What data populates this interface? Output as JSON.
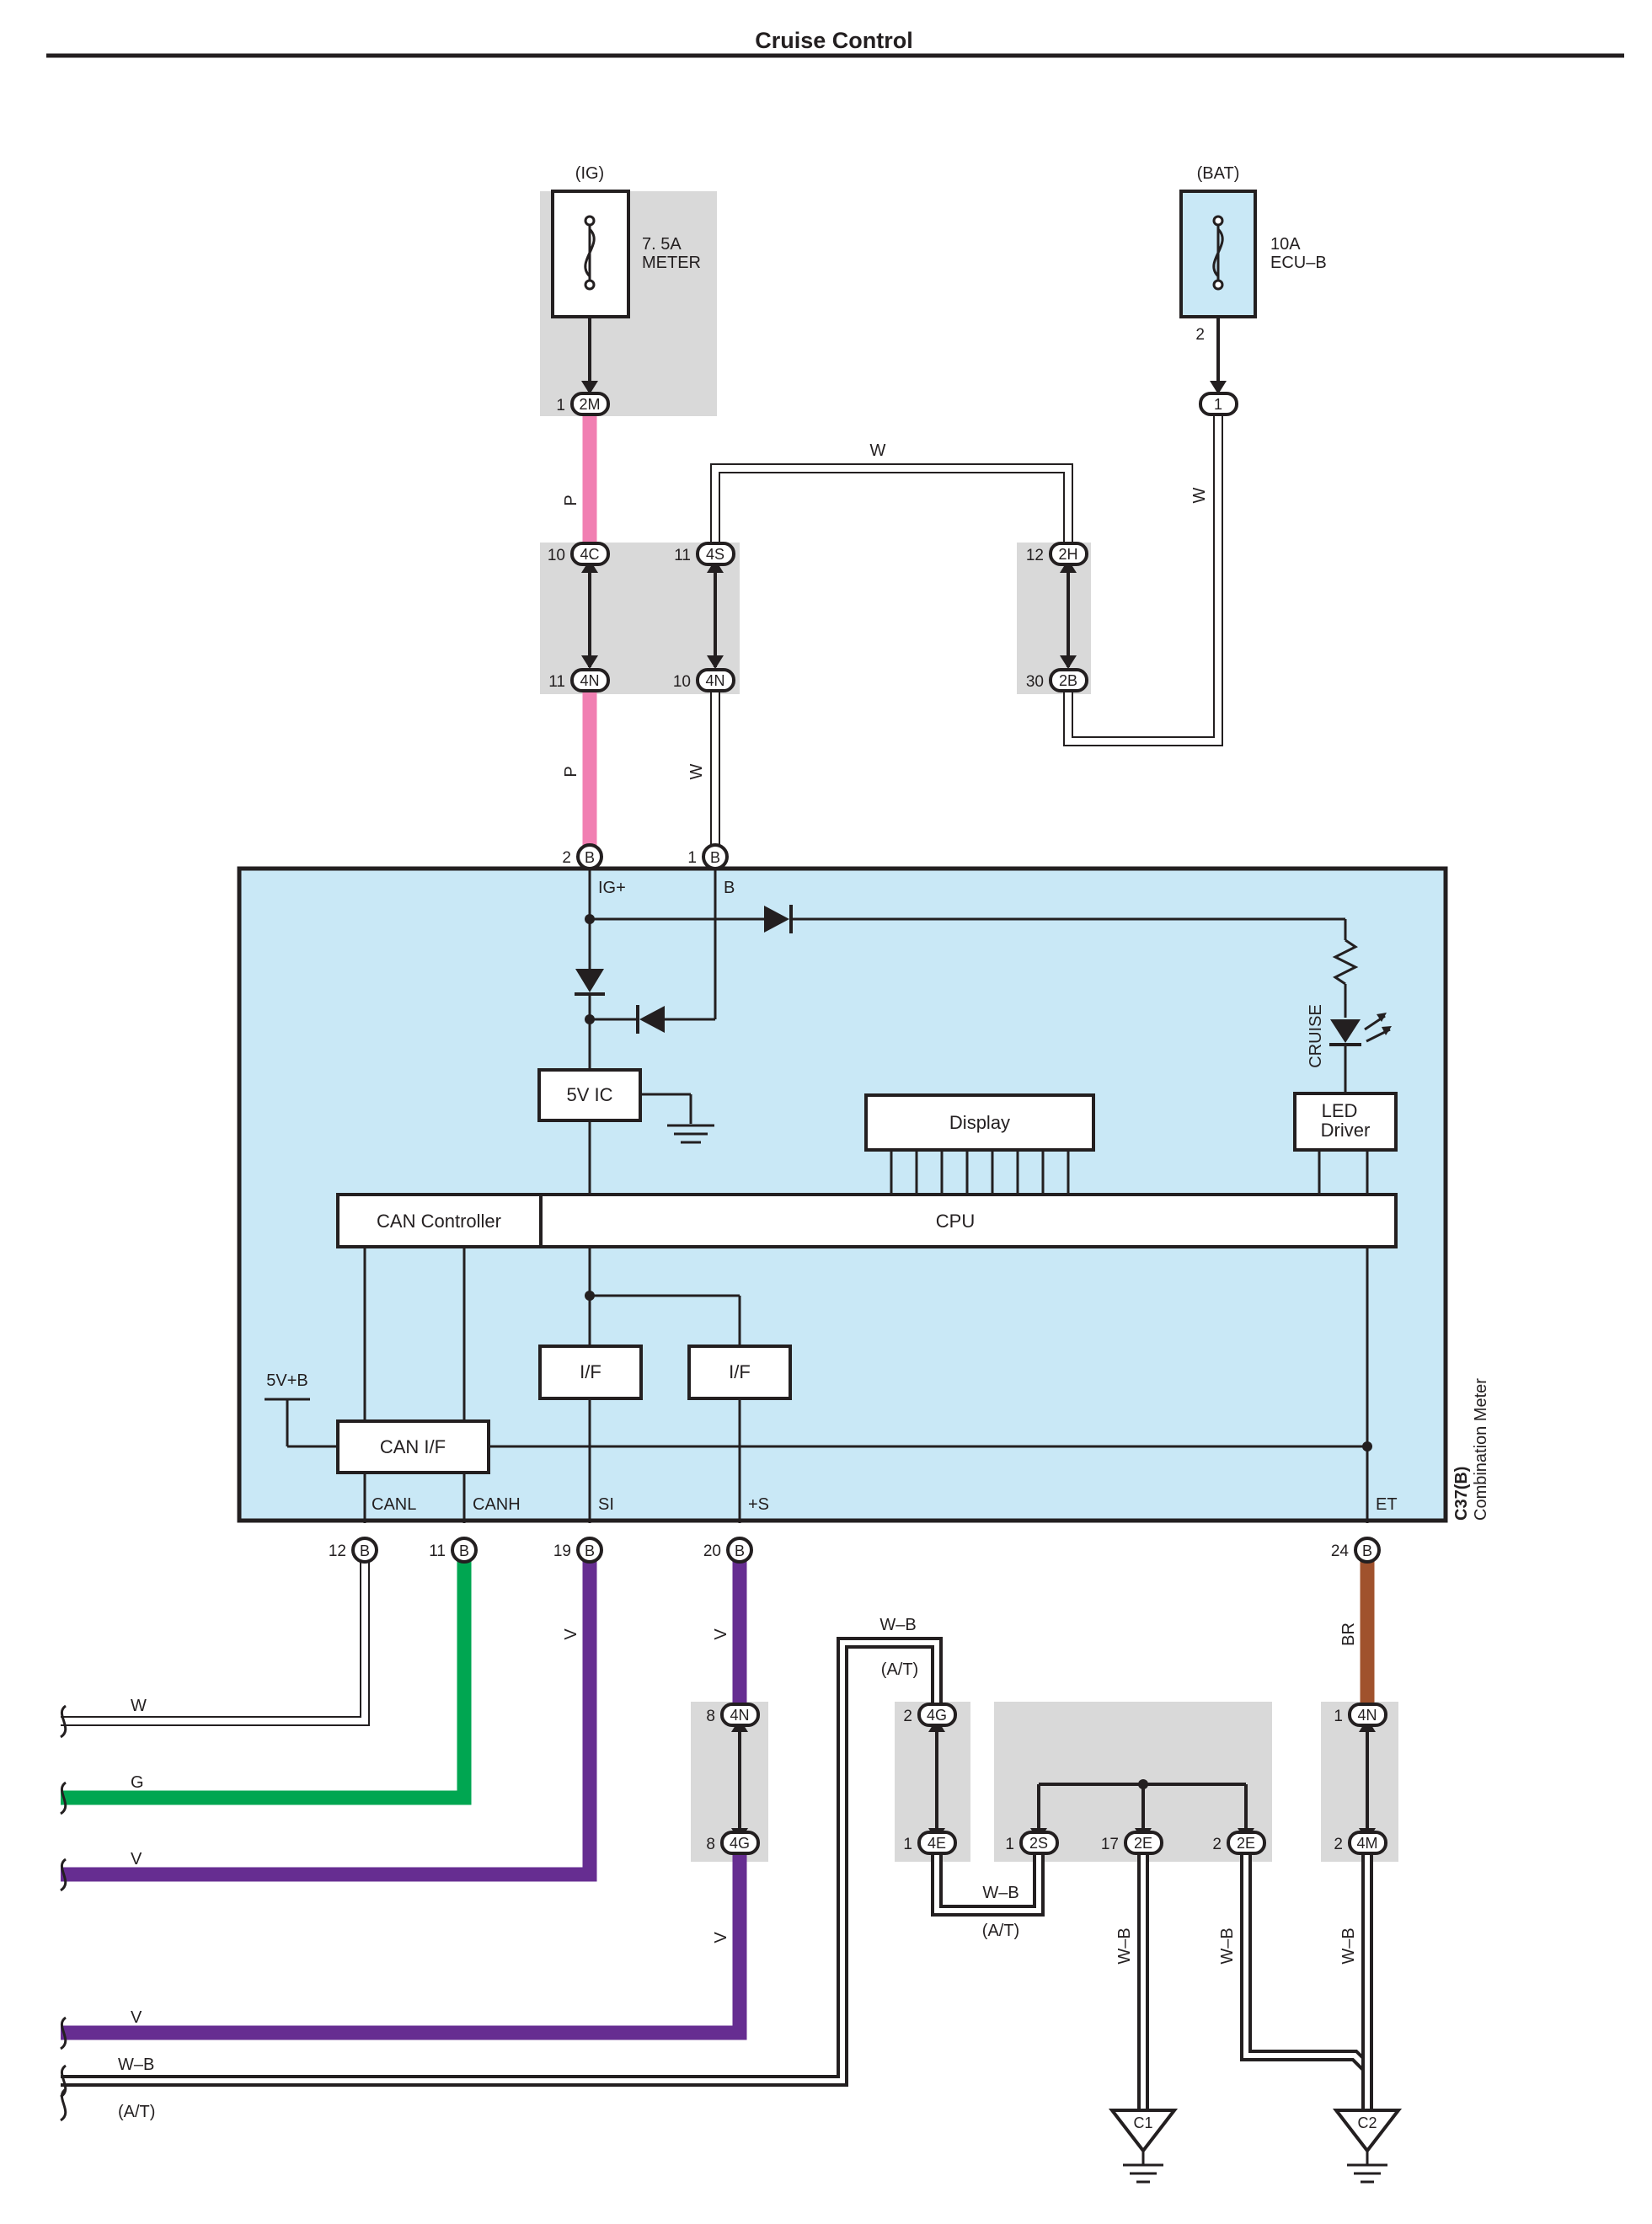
{
  "title": "Cruise Control",
  "colors": {
    "background": "#ffffff",
    "meter_fill": "#c9e8f6",
    "splice_fill": "#d9d9d9",
    "wire_W": "#ffffff",
    "wire_P": "#f17fb2",
    "wire_G": "#00a651",
    "wire_V": "#662d91",
    "wire_BR": "#a0522d",
    "wire_WB": "#231f20",
    "outline": "#231f20"
  },
  "fuses": {
    "ig": {
      "header": "(IG)",
      "rating": "7. 5A",
      "name": "METER"
    },
    "bat": {
      "header": "(BAT)",
      "rating": "10A",
      "name": "ECU–B",
      "pin": "2"
    }
  },
  "connectors": {
    "ig_2m": {
      "code": "2M",
      "pin": "1"
    },
    "bat_1": {
      "code": "1"
    },
    "c4c": {
      "code": "4C",
      "pin": "10"
    },
    "c4s": {
      "code": "4S",
      "pin": "11"
    },
    "c2h": {
      "code": "2H",
      "pin": "12"
    },
    "c4n_p": {
      "code": "4N",
      "pin": "11"
    },
    "c4n_w": {
      "code": "4N",
      "pin": "10"
    },
    "c2b": {
      "code": "2B",
      "pin": "30"
    },
    "b_ig": {
      "code": "B",
      "pin": "2"
    },
    "b_b": {
      "code": "B",
      "pin": "1"
    },
    "b_canl": {
      "code": "B",
      "pin": "12"
    },
    "b_canh": {
      "code": "B",
      "pin": "11"
    },
    "b_si": {
      "code": "B",
      "pin": "19"
    },
    "b_s": {
      "code": "B",
      "pin": "20"
    },
    "b_et": {
      "code": "B",
      "pin": "24"
    },
    "c4n_v": {
      "code": "4N",
      "pin": "8"
    },
    "c4g_v": {
      "code": "4G",
      "pin": "8"
    },
    "c4g_wb": {
      "code": "4G",
      "pin": "2"
    },
    "c4e": {
      "code": "4E",
      "pin": "1"
    },
    "c2s": {
      "code": "2S",
      "pin": "1"
    },
    "c2e_17": {
      "code": "2E",
      "pin": "17"
    },
    "c2e_2": {
      "code": "2E",
      "pin": "2"
    },
    "c4n_br": {
      "code": "4N",
      "pin": "1"
    },
    "c4m": {
      "code": "4M",
      "pin": "2"
    }
  },
  "meter": {
    "code": "C37(B)",
    "name": "Combination Meter",
    "pins": {
      "ig": "IG+",
      "b": "B",
      "canl": "CANL",
      "canh": "CANH",
      "si": "SI",
      "s": "+S",
      "et": "ET"
    },
    "blocks": {
      "ic": "5V IC",
      "display": "Display",
      "led_driver_1": "LED",
      "led_driver_2": "Driver",
      "can_controller": "CAN Controller",
      "cpu": "CPU",
      "if1": "I/F",
      "if2": "I/F",
      "can_if": "CAN I/F",
      "supply": "5V+B",
      "cruise": "CRUISE"
    }
  },
  "wire_labels": {
    "top_w": "W",
    "bat_w": "W",
    "p_upper": "P",
    "p_lower": "P",
    "w_meter": "W",
    "v_si": "V",
    "v_s": "V",
    "v_lower": "V",
    "wb_top": "W–B",
    "at_top": "(A/T)",
    "wb_mid": "W–B",
    "at_mid": "(A/T)",
    "wb_c1": "W–B",
    "wb_c2a": "W–B",
    "wb_c2b": "W–B",
    "br": "BR",
    "left_w": "W",
    "left_g": "G",
    "left_v1": "V",
    "left_v2": "V",
    "left_wb": "W–B",
    "left_at": "(A/T)"
  },
  "grounds": {
    "c1": "C1",
    "c2": "C2"
  }
}
